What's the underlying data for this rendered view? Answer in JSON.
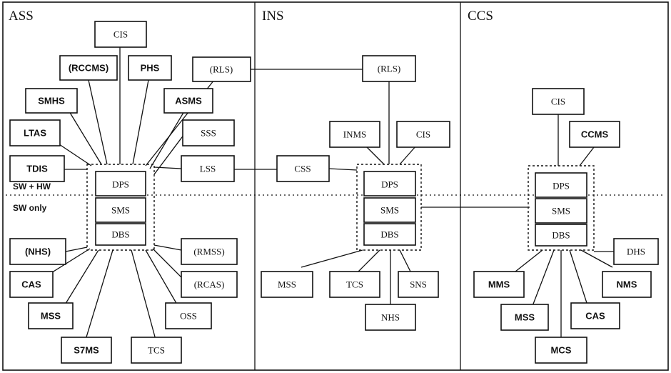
{
  "sections": [
    {
      "id": "ass",
      "title": "ASS"
    },
    {
      "id": "ins",
      "title": "INS"
    },
    {
      "id": "ccs",
      "title": "CCS"
    }
  ],
  "notes": {
    "sw_hw": "SW + HW",
    "sw_only": "SW only"
  },
  "ass": {
    "core": [
      "DPS",
      "SMS",
      "DBS"
    ],
    "nodes": {
      "cis": "CIS",
      "rccms": "(RCCMS)",
      "phs": "PHS",
      "rls": "(RLS)",
      "smhs": "SMHS",
      "asms": "ASMS",
      "ltas": "LTAS",
      "sss": "SSS",
      "tdis": "TDIS",
      "lss": "LSS",
      "nhs": "(NHS)",
      "rmss": "(RMSS)",
      "cas": "CAS",
      "rcas": "(RCAS)",
      "mss": "MSS",
      "oss": "OSS",
      "s7ms": "S7MS",
      "tcs": "TCS"
    }
  },
  "ins": {
    "core": [
      "DPS",
      "SMS",
      "DBS"
    ],
    "nodes": {
      "rls": "(RLS)",
      "inms": "INMS",
      "cis": "CIS",
      "css": "CSS",
      "mss": "MSS",
      "tcs": "TCS",
      "sns": "SNS",
      "nhs": "NHS"
    }
  },
  "ccs": {
    "core": [
      "DPS",
      "SMS",
      "DBS"
    ],
    "nodes": {
      "cis": "CIS",
      "ccms": "CCMS",
      "dhs": "DHS",
      "mms": "MMS",
      "nms": "NMS",
      "mss": "MSS",
      "cas": "CAS",
      "mcs": "MCS"
    }
  }
}
